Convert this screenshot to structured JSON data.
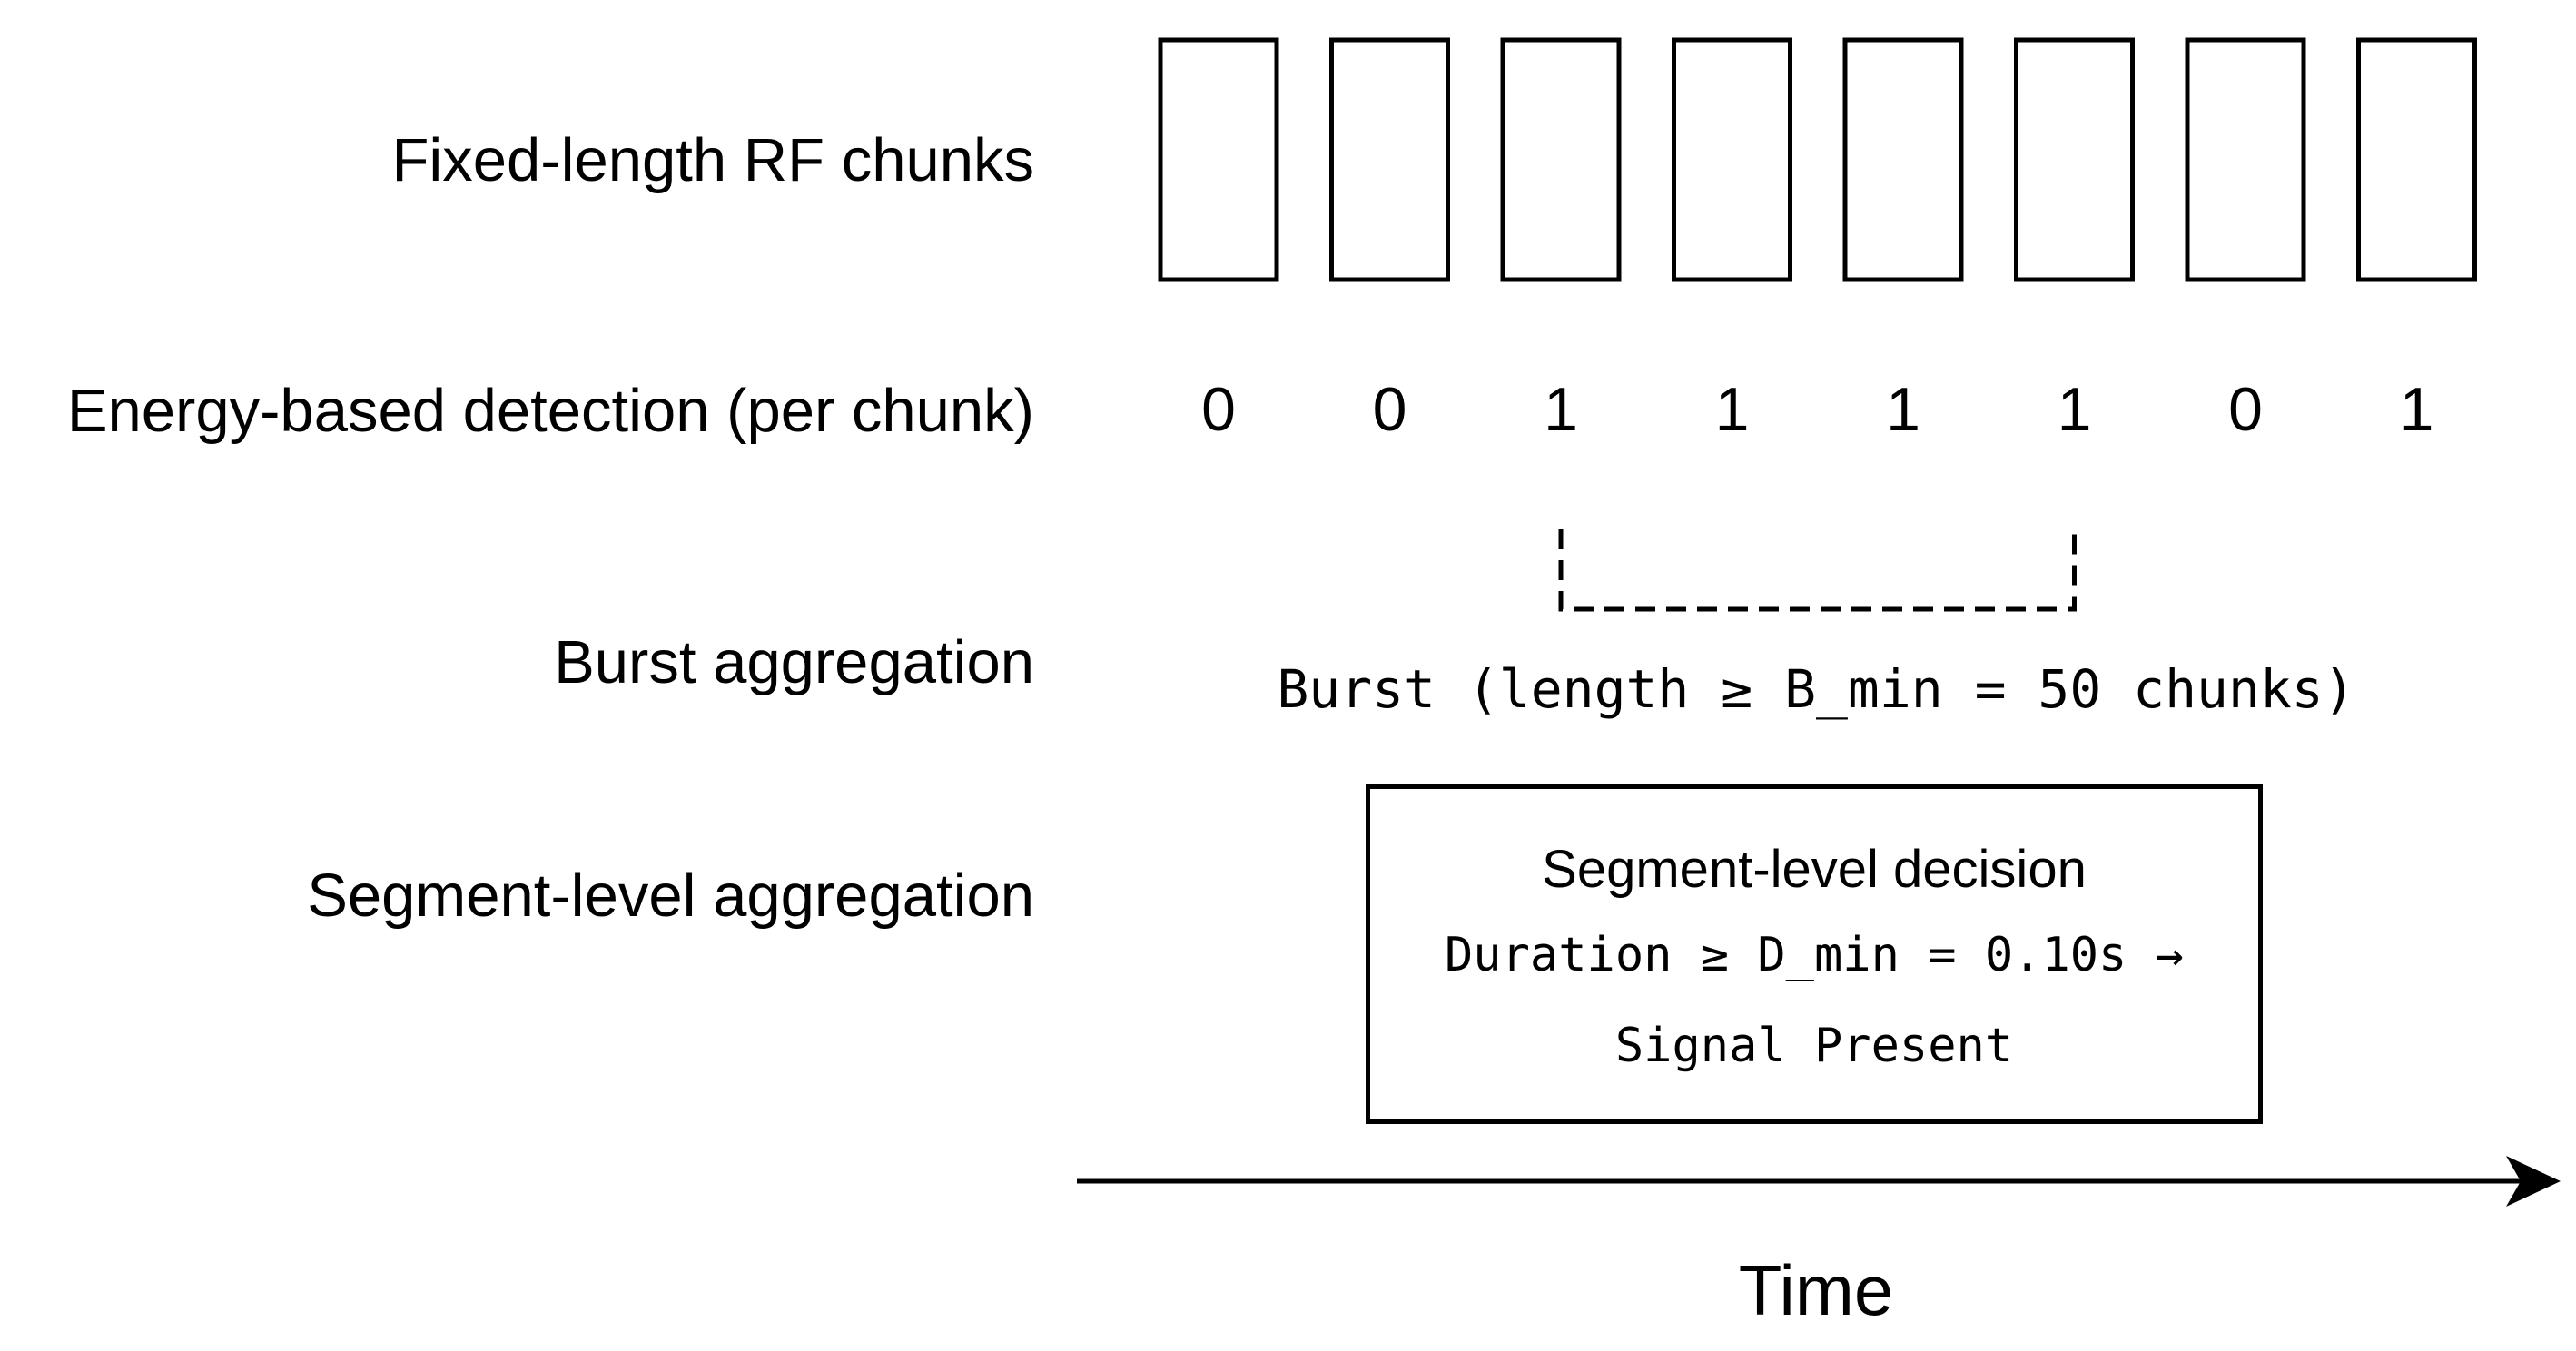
{
  "rows": {
    "chunks_label": "Fixed-length RF chunks",
    "detection_label": "Energy-based detection (per chunk)",
    "burst_label": "Burst aggregation",
    "segment_label": "Segment-level aggregation"
  },
  "chunks": {
    "count": 8,
    "detections": [
      "0",
      "0",
      "1",
      "1",
      "1",
      "1",
      "0",
      "1"
    ]
  },
  "burst": {
    "bracket_from_chunk": 3,
    "bracket_to_chunk": 6,
    "caption": "Burst (length ≥ B_min = 50 chunks)"
  },
  "decision": {
    "title": "Segment-level decision",
    "line1": "Duration ≥ D_min = 0.10s →",
    "line2": "Signal Present"
  },
  "axis": {
    "label": "Time"
  },
  "colors": {
    "stroke": "#000000",
    "background": "#ffffff"
  }
}
